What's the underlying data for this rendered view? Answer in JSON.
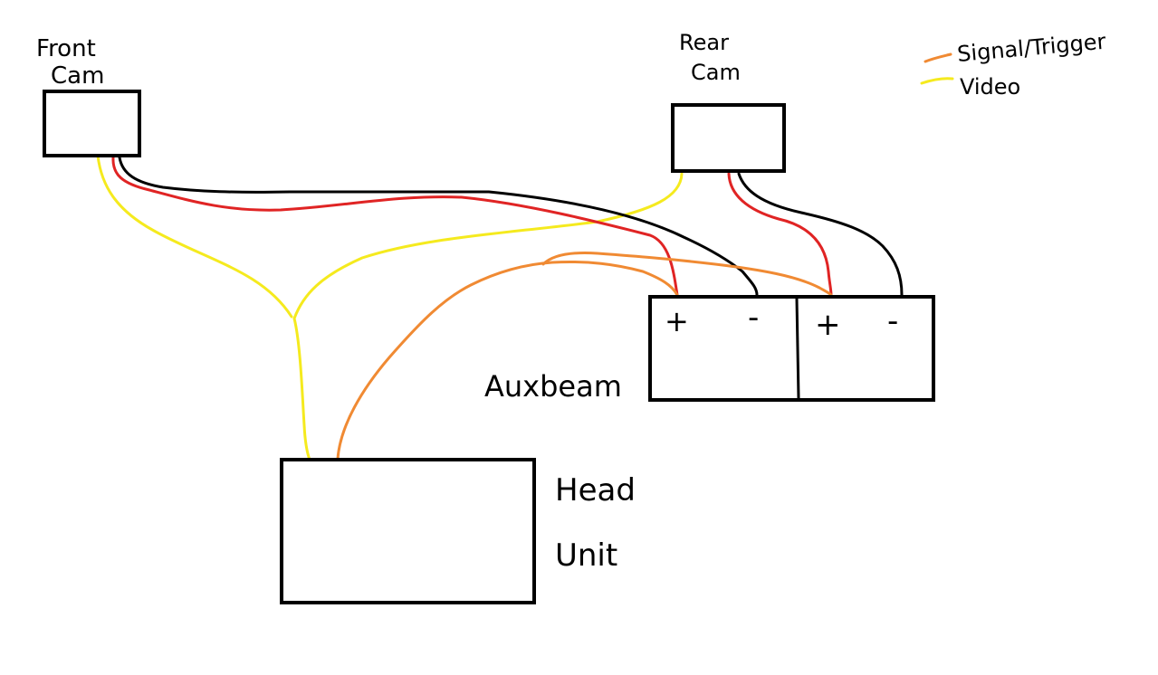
{
  "colors": {
    "signal": "#f08a33",
    "video": "#f5ea1e",
    "power_positive": "#e02424",
    "power_negative": "#000000",
    "box_stroke": "#000000",
    "background": "#ffffff"
  },
  "components": {
    "front_cam": {
      "label_line1": "Front",
      "label_line2": "Cam"
    },
    "rear_cam": {
      "label_line1": "Rear",
      "label_line2": "Cam"
    },
    "auxbeam": {
      "label": "Auxbeam",
      "left_plus": "+",
      "left_minus": "-",
      "right_plus": "+",
      "right_minus": "-"
    },
    "head_unit": {
      "label_line1": "Head",
      "label_line2": "Unit"
    }
  },
  "legend": {
    "items": [
      {
        "label": "Signal/Trigger",
        "color": "#f08a33"
      },
      {
        "label": "Video",
        "color": "#f5ea1e"
      }
    ]
  }
}
